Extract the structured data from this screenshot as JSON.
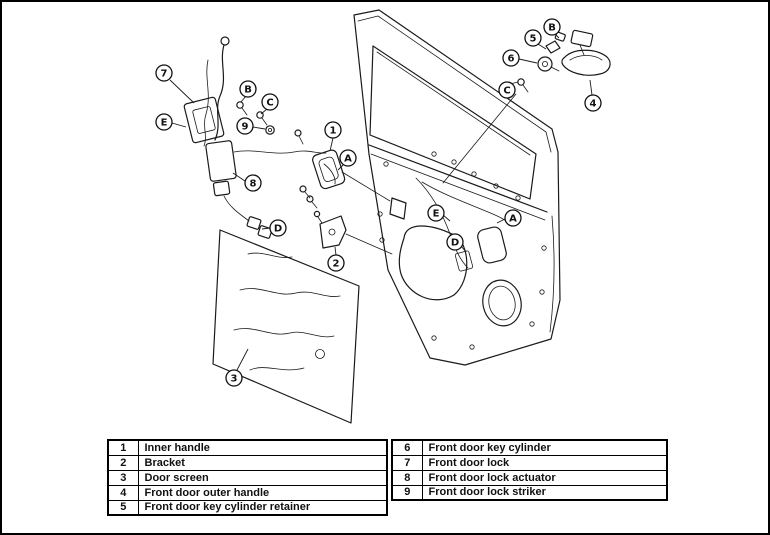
{
  "page": {
    "background": "#ffffff",
    "line_color": "#1a1a1a"
  },
  "diagram": {
    "description": "exploded-view-front-door-assembly",
    "callouts": [
      {
        "label": "7"
      },
      {
        "label": "B"
      },
      {
        "label": "C"
      },
      {
        "label": "E"
      },
      {
        "label": "9"
      },
      {
        "label": "1"
      },
      {
        "label": "A"
      },
      {
        "label": "8"
      },
      {
        "label": "D"
      },
      {
        "label": "2"
      },
      {
        "label": "3"
      },
      {
        "label": "E"
      },
      {
        "label": "A"
      },
      {
        "label": "D"
      },
      {
        "label": "B"
      },
      {
        "label": "5"
      },
      {
        "label": "6"
      },
      {
        "label": "C"
      },
      {
        "label": "4"
      }
    ]
  },
  "tables": {
    "left": {
      "rows": [
        {
          "num": "1",
          "desc": "Inner handle"
        },
        {
          "num": "2",
          "desc": "Bracket"
        },
        {
          "num": "3",
          "desc": "Door screen"
        },
        {
          "num": "4",
          "desc": "Front door outer handle"
        },
        {
          "num": "5",
          "desc": "Front door key cylinder retainer"
        }
      ]
    },
    "right": {
      "rows": [
        {
          "num": "6",
          "desc": "Front door key cylinder"
        },
        {
          "num": "7",
          "desc": "Front door lock"
        },
        {
          "num": "8",
          "desc": "Front door lock actuator"
        },
        {
          "num": "9",
          "desc": "Front door lock striker"
        }
      ]
    }
  }
}
